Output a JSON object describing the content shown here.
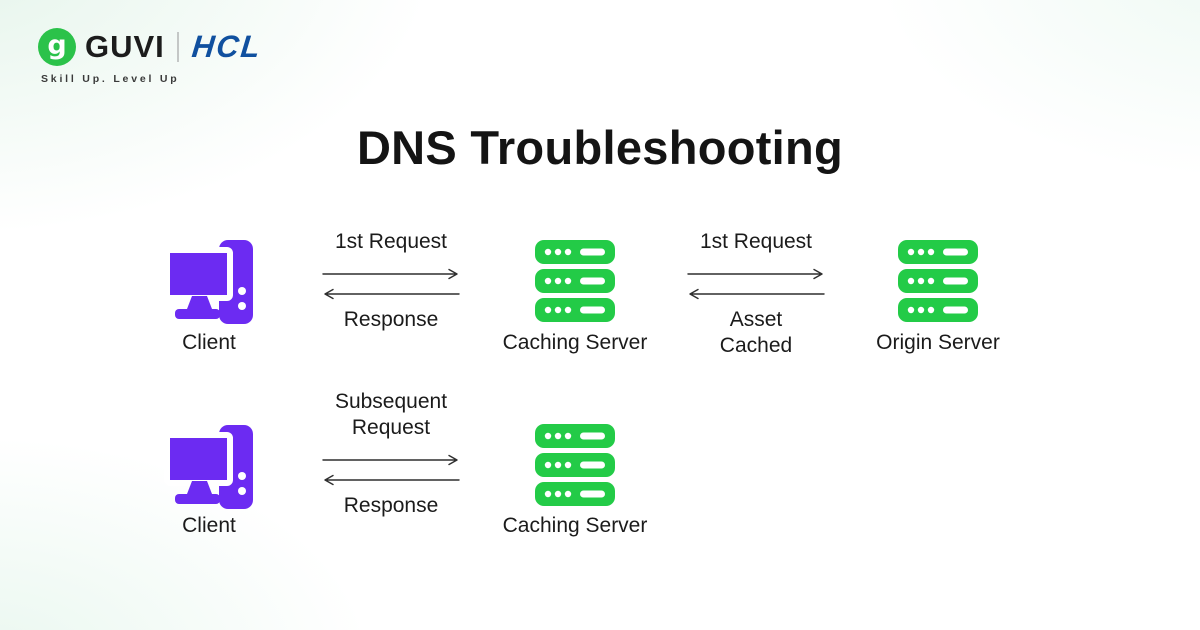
{
  "header": {
    "guvi_text": "GUVI",
    "logo_letter": "g",
    "hcl_text": "HCL",
    "tagline": "Skill Up. Level Up"
  },
  "title": "DNS Troubleshooting",
  "colors": {
    "client_purple": "#6C2BF2",
    "server_green": "#23CB47",
    "arrow_dark": "#2F2F2F",
    "guvi_green": "#2BC24A",
    "hcl_blue": "#10509F",
    "bg_mint": "#E4F4EA"
  },
  "diagram": {
    "row1": {
      "client": {
        "label": "Client"
      },
      "flow_client_caching": {
        "request_label": "1st Request",
        "response_label": "Response"
      },
      "caching_server": {
        "label": "Caching Server"
      },
      "flow_caching_origin": {
        "request_label": "1st Request",
        "response_label_line1": "Asset",
        "response_label_line2": "Cached"
      },
      "origin_server": {
        "label": "Origin Server"
      }
    },
    "row2": {
      "client": {
        "label": "Client"
      },
      "flow_client_caching": {
        "request_label_line1": "Subsequent",
        "request_label_line2": "Request",
        "response_label": "Response"
      },
      "caching_server": {
        "label": "Caching Server"
      }
    }
  }
}
